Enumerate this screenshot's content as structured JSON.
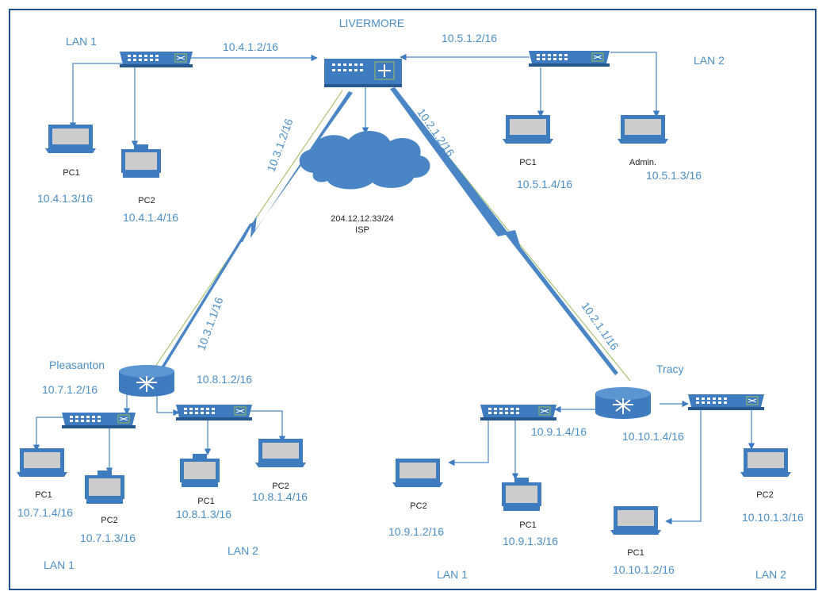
{
  "title": "LIVERMORE",
  "isp": {
    "ip": "204.12.12.33/24",
    "label": "ISP"
  },
  "links": {
    "livermore_lan1": "10.4.1.2/16",
    "livermore_lan2": "10.5.1.2/16",
    "livermore_pleasanton": "10.3.1.2/16",
    "pleasanton_livermore": "10.3.1.1/16",
    "livermore_tracy": "10.2.1.2/16",
    "tracy_livermore": "10.2.1.1/16"
  },
  "livermore": {
    "lan1": {
      "label": "LAN 1",
      "pc1_name": "PC1",
      "pc1_ip": "10.4.1.3/16",
      "pc2_name": "PC2",
      "pc2_ip": "10.4.1.4/16"
    },
    "lan2": {
      "label": "LAN 2",
      "pc1_name": "PC1",
      "pc1_ip": "10.5.1.4/16",
      "admin_name": "Admin.",
      "admin_ip": "10.5.1.3/16"
    }
  },
  "pleasanton": {
    "name": "Pleasanton",
    "lan1_gw": "10.7.1.2/16",
    "lan2_gw": "10.8.1.2/16",
    "lan1": {
      "label": "LAN 1",
      "pc1_name": "PC1",
      "pc1_ip": "10.7.1.4/16",
      "pc2_name": "PC2",
      "pc2_ip": "10.7.1.3/16"
    },
    "lan2": {
      "label": "LAN 2",
      "pc1_name": "PC1",
      "pc1_ip": "10.8.1.3/16",
      "pc2_name": "PC2",
      "pc2_ip": "10.8.1.4/16"
    }
  },
  "tracy": {
    "name": "Tracy",
    "lan1_gw": "10.9.1.4/16",
    "lan2_gw": "10.10.1.4/16",
    "lan1": {
      "label": "LAN 1",
      "pc2_name": "PC2",
      "pc2_ip": "10.9.1.2/16",
      "pc1_name": "PC1",
      "pc1_ip": "10.9.1.3/16"
    },
    "lan2": {
      "label": "LAN 2",
      "pc1_name": "PC1",
      "pc1_ip": "10.10.1.2/16",
      "pc2_name": "PC2",
      "pc2_ip": "10.10.1.3/16"
    }
  },
  "colors": {
    "device": "#3e7bbf",
    "label": "#4a8fc8",
    "frame": "#1f4e8c",
    "wan_line": "#9bbb59"
  }
}
